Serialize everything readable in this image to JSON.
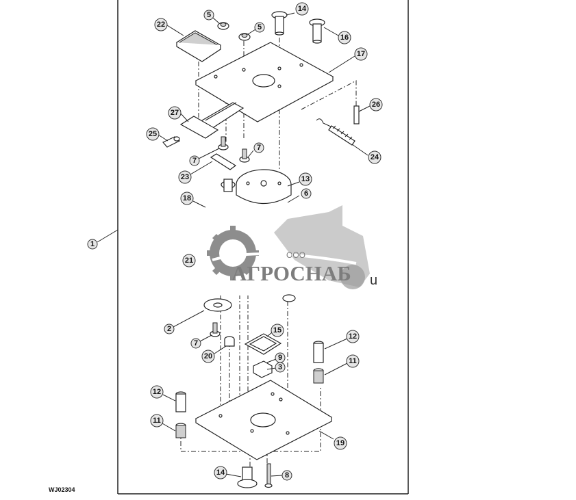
{
  "diagram": {
    "reference_code": "WJ02304",
    "colors": {
      "line": "#222222",
      "callout_fill": "#e6e6e6",
      "watermark": "#7d7d7d"
    },
    "watermark": {
      "prefix": "ООО",
      "name": "АГРОСНАБ",
      "suffix": "u"
    },
    "callouts": {
      "c1": "1",
      "c2": "2",
      "c3": "3",
      "c5a": "5",
      "c5b": "5",
      "c6": "6",
      "c7a": "7",
      "c7b": "7",
      "c7c": "7",
      "c8": "8",
      "c9": "9",
      "c11a": "11",
      "c11b": "11",
      "c12a": "12",
      "c12b": "12",
      "c13": "13",
      "c14a": "14",
      "c14b": "14",
      "c15": "15",
      "c16": "16",
      "c17": "17",
      "c18": "18",
      "c19": "19",
      "c20": "20",
      "c21": "21",
      "c22": "22",
      "c23": "23",
      "c24": "24",
      "c25": "25",
      "c26": "26",
      "c27": "27"
    }
  }
}
